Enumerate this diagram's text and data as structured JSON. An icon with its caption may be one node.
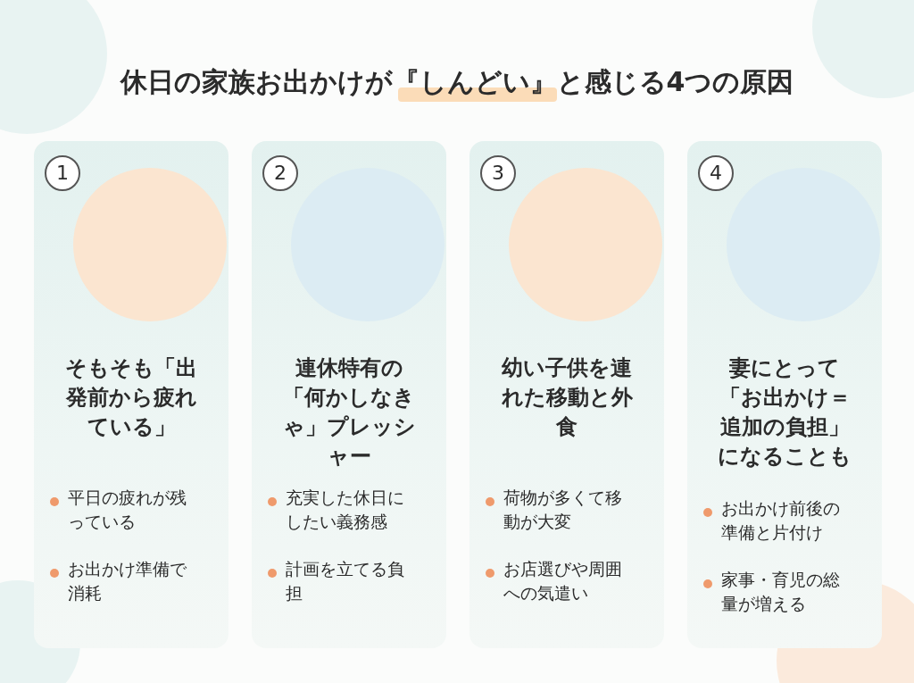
{
  "diagram": {
    "title": "休日の家族お出かけが『しんどい』と感じる4つの原因",
    "nodes": [
      {
        "text": [
          "そもそも「出発前から疲れている」",
          "平日の疲れが残っている",
          "お出かけ準備で消耗"
        ]
      },
      {
        "text": [
          "1"
        ],
        "in": 0
      },
      {
        "text": [],
        "shape": "circle",
        "in": 0
      },
      {
        "text": [
          "連休特有の「何かしなきゃ」プレッシャー",
          "充実した休日にしたい義務感",
          "計画を立てる負担"
        ]
      },
      {
        "text": [
          "2"
        ],
        "in": 3
      },
      {
        "text": [],
        "shape": "circle",
        "in": 3
      },
      {
        "text": [
          "幼い子供を連れた移動と外食",
          "荷物が多くて移動が大変",
          "お店選びや周囲への気遣い"
        ]
      },
      {
        "text": [
          "3"
        ],
        "in": 6
      },
      {
        "text": [],
        "shape": "circle",
        "in": 6
      },
      {
        "text": [
          "妻にとって「お出かけ＝追加の負担」になることも",
          "お出かけ前後の準備と片付け",
          "家事・育児の総量が増える"
        ]
      },
      {
        "text": [
          "4"
        ],
        "in": 9
      },
      {
        "text": [],
        "shape": "circle",
        "in": 9
      }
    ],
    "edges": []
  }
}
